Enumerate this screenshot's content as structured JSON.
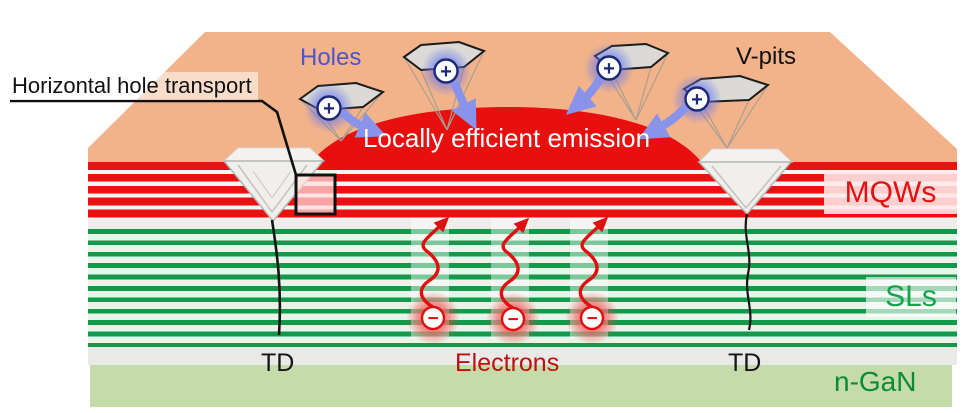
{
  "annotations": {
    "horizontal_hole_transport": "Horizontal hole transport",
    "holes": "Holes",
    "v_pits": "V-pits",
    "emission": "Locally efficient emission",
    "electrons": "Electrons",
    "td_left": "TD",
    "td_right": "TD"
  },
  "layer_labels": {
    "mqws": "MQWs",
    "sls": "SLs",
    "n_gan": "n-GaN"
  },
  "symbols": {
    "hole_charge": "+",
    "electron_charge": "−"
  },
  "colors": {
    "p_gan_region": "#f2b38b",
    "mqw_red": "#e91111",
    "sl_green": "#12994a",
    "n_gan_green": "#c6dbaa",
    "emission_red": "#e80f0f",
    "holes_label_blue": "#4d55c8",
    "electrons_label_red": "#bc1111",
    "v_pit_gray": "#f0efec"
  }
}
